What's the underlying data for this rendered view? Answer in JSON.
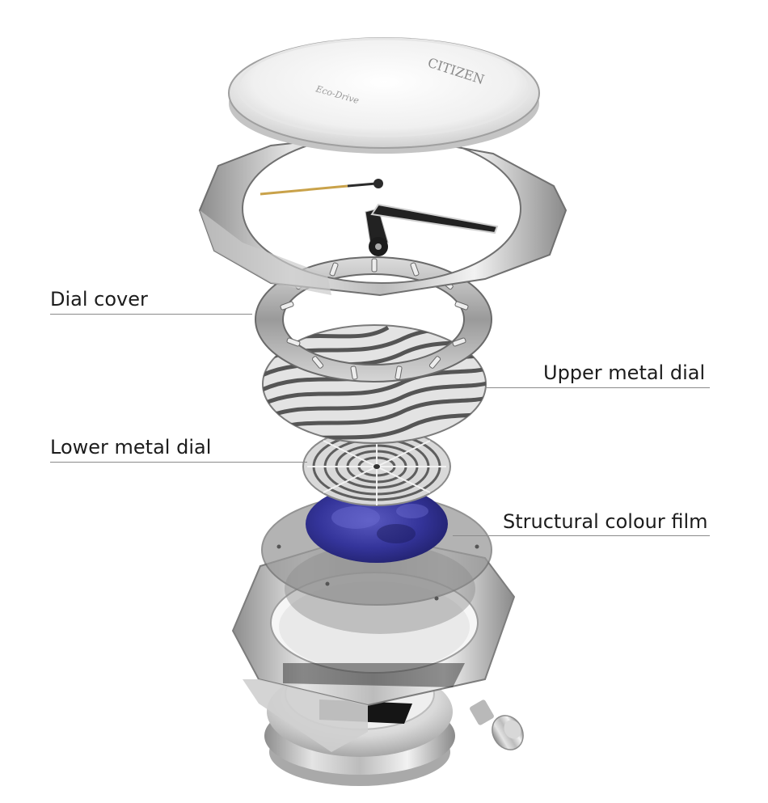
{
  "crystal": {
    "brand": "CITIZEN",
    "subtitle": "Eco-Drive"
  },
  "callouts": {
    "dial_cover": "Dial cover",
    "upper_metal_dial": "Upper metal dial",
    "lower_metal_dial": "Lower metal dial",
    "structural_colour_film": "Structural colour film"
  },
  "colors": {
    "steel_light": "#e9e9e9",
    "steel_mid": "#b5b5b5",
    "steel_dark": "#6f6f6f",
    "film_blue": "#3a3a9c",
    "second_hand_gold": "#c9a24a",
    "leader_line": "#8a8a8a",
    "label_text": "#1c1c1c"
  }
}
